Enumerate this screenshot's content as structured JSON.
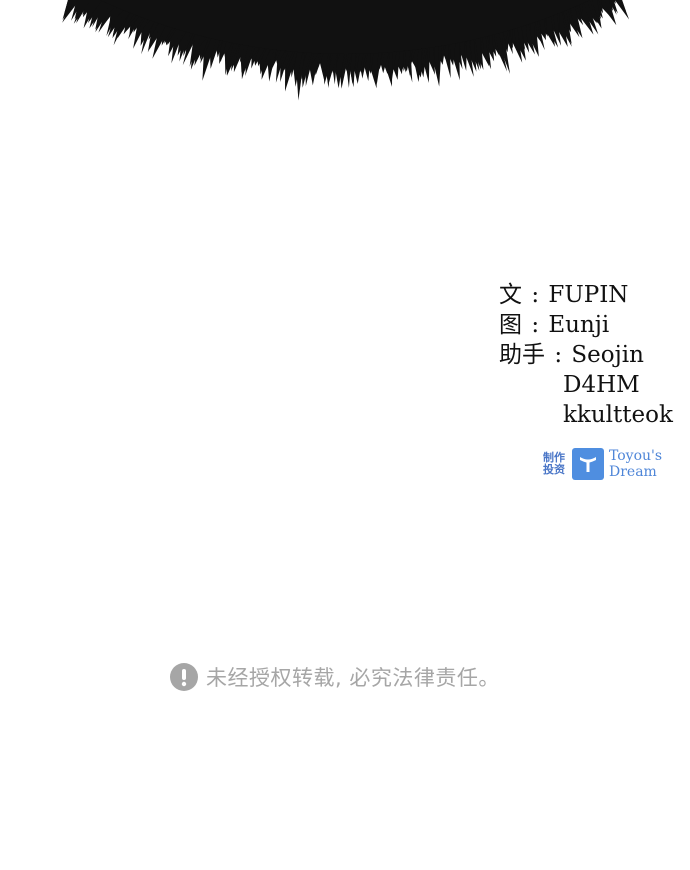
{
  "artwork": {
    "icon": "spiky-hair-artwork",
    "color": "#111111"
  },
  "credits": {
    "writer_role": "文",
    "writer_name": "FUPIN",
    "artist_role": "图",
    "artist_name": "Eunji",
    "assistant_role": "助手",
    "assistants": [
      "Seojin",
      "D4HM",
      "kkultteok"
    ],
    "separator": ":"
  },
  "sponsor": {
    "label_line1": "制作",
    "label_line2": "投资",
    "logo_icon": "toyou-logo-icon",
    "name_line1": "Toyou's",
    "name_line2": "Dream",
    "color": "#4f8ee0"
  },
  "notice": {
    "icon": "exclamation-circle-icon",
    "text": "未经授权转载, 必究法律责任。",
    "color": "#a6a6a6"
  }
}
